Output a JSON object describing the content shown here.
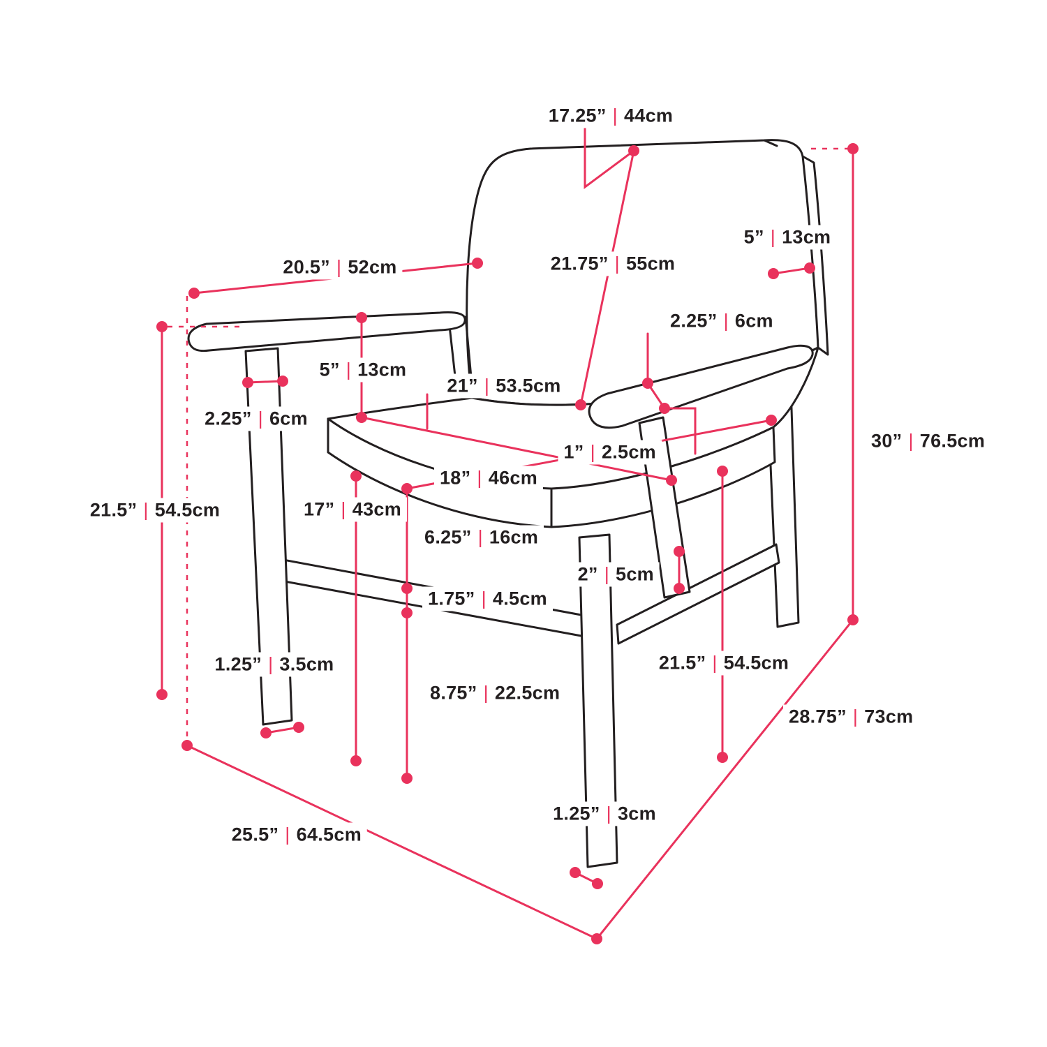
{
  "diagram": {
    "separator": "|",
    "colors": {
      "accent": "#E9325C",
      "line": "#231F20",
      "background": "#FFFFFF"
    },
    "labels": [
      {
        "in": "17.25”",
        "cm": "44cm"
      },
      {
        "in": "5”",
        "cm": "13cm"
      },
      {
        "in": "20.5”",
        "cm": "52cm"
      },
      {
        "in": "21.75”",
        "cm": "55cm"
      },
      {
        "in": "2.25”",
        "cm": "6cm"
      },
      {
        "in": "5”",
        "cm": "13cm"
      },
      {
        "in": "21”",
        "cm": "53.5cm"
      },
      {
        "in": "2.25”",
        "cm": "6cm"
      },
      {
        "in": "1”",
        "cm": "2.5cm"
      },
      {
        "in": "30”",
        "cm": "76.5cm"
      },
      {
        "in": "18”",
        "cm": "46cm"
      },
      {
        "in": "17”",
        "cm": "43cm"
      },
      {
        "in": "21.5”",
        "cm": "54.5cm"
      },
      {
        "in": "6.25”",
        "cm": "16cm"
      },
      {
        "in": "2”",
        "cm": "5cm"
      },
      {
        "in": "1.75”",
        "cm": "4.5cm"
      },
      {
        "in": "1.25”",
        "cm": "3.5cm"
      },
      {
        "in": "8.75”",
        "cm": "22.5cm"
      },
      {
        "in": "21.5”",
        "cm": "54.5cm"
      },
      {
        "in": "28.75”",
        "cm": "73cm"
      },
      {
        "in": "25.5”",
        "cm": "64.5cm"
      },
      {
        "in": "1.25”",
        "cm": "3cm"
      }
    ]
  }
}
